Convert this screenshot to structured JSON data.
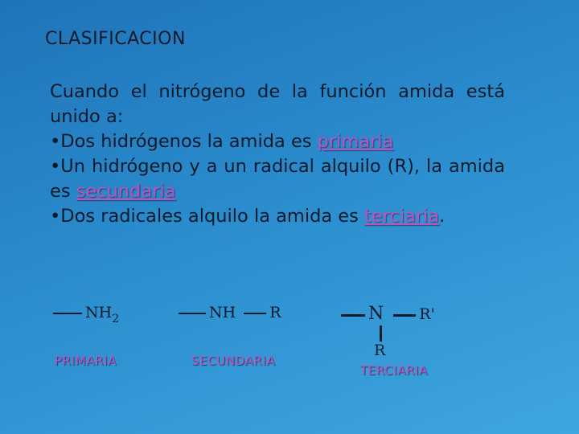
{
  "slide": {
    "title": "CLASIFICACION",
    "intro": "Cuando el nitrógeno de la función amida está unido a:",
    "bullets": [
      {
        "prefix": "•Dos hidrógenos la amida es ",
        "term": "primaria",
        "suffix": ""
      },
      {
        "prefix": "•Un hidrógeno y a un radical alquilo (R), la amida es ",
        "term": "secundaria",
        "suffix": ""
      },
      {
        "prefix": "•Dos radicales alquilo la amida es ",
        "term": "terciaria",
        "suffix": "."
      }
    ],
    "highlight_color": "#c050c0"
  },
  "structures": {
    "primaria": {
      "group": "NH",
      "subscript": "2",
      "label": "PRIMARIA"
    },
    "secundaria": {
      "group": "NH",
      "radical": "R",
      "label": "SECUNDARIA"
    },
    "terciaria": {
      "atom": "N",
      "radical_right": "R'",
      "radical_down": "R",
      "label": "TERCIARIA"
    }
  }
}
